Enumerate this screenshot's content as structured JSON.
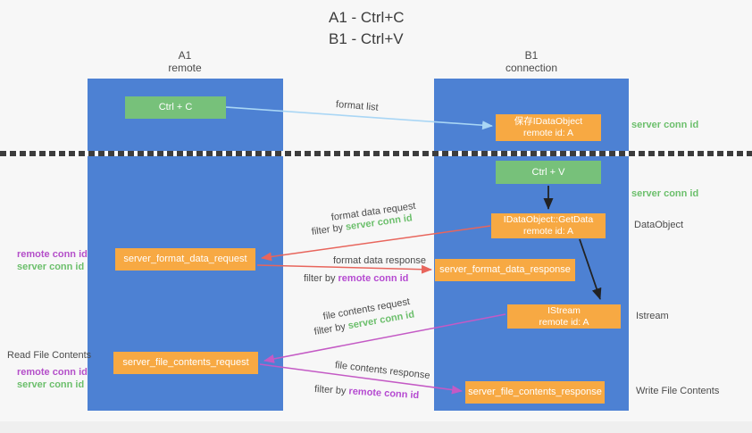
{
  "title": {
    "line1": "A1 - Ctrl+C",
    "line2": "B1 - Ctrl+V"
  },
  "lanes": {
    "left": {
      "name": "A1",
      "subtitle": "remote"
    },
    "right": {
      "name": "B1",
      "subtitle": "connection"
    }
  },
  "boxes": {
    "ctrl_c": "Ctrl + C",
    "save_idataobject": {
      "line1": "保存IDataObject",
      "line2": "remote id: A"
    },
    "ctrl_v": "Ctrl + V",
    "getdata": {
      "line1": "IDataObject::GetData",
      "line2": "remote id: A"
    },
    "format_request": "server_format_data_request",
    "format_response": "server_format_data_response",
    "istream": {
      "line1": "IStream",
      "line2": "remote id: A"
    },
    "file_request": "server_file_contents_request",
    "file_response": "server_file_contents_response"
  },
  "arrow_labels": {
    "format_list": "format list",
    "format_data_request": "format data request",
    "format_data_response": "format data response",
    "file_contents_request": "file contents request",
    "file_contents_response": "file contents response",
    "filter_by": "filter by",
    "server_conn_id": "server conn id",
    "remote_conn_id": "remote conn id"
  },
  "side_labels": {
    "server_conn_id": "server conn id",
    "remote_conn_id": "remote conn id",
    "dataobject": "DataObject",
    "istream": "Istream",
    "read_file_contents": "Read File Contents",
    "write_file_contents": "Write File Contents"
  },
  "colors": {
    "lane_blue": "#4d81d3",
    "box_green": "#77c17a",
    "box_orange": "#f7a943",
    "arrow_light_blue": "#a9d6f5",
    "arrow_red": "#e8655c",
    "arrow_magenta": "#c45ac5",
    "arrow_black": "#222222",
    "label_green": "#6cbf6c",
    "label_purple": "#b44fc9"
  }
}
